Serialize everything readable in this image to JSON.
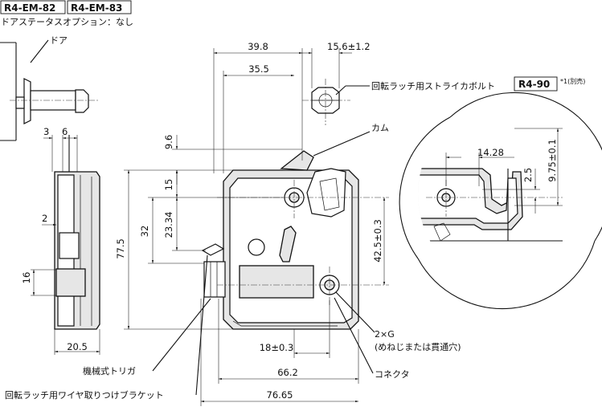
{
  "header": {
    "codes": [
      "R4-EM-82",
      "R4-EM-83"
    ],
    "status": "ドアステータスオプション：なし"
  },
  "labels": {
    "door": "ドア",
    "striker": "回転ラッチ用ストライカボルト",
    "striker_code": "R4-90",
    "striker_note": "*1(別売)",
    "cam": "カム",
    "hole_count": "2×G",
    "hole_desc": "(めねじまたは貫通穴)",
    "trigger": "機械式トリガ",
    "connector": "コネクタ",
    "bracket": "回転ラッチ用ワイヤ取りつけブラケット"
  },
  "dimensions": {
    "w_39_8": "39.8",
    "w_35_5": "35.5",
    "bolt": "15.6±1.2",
    "v_9_6": "9.6",
    "v_15": "15",
    "v_23_34": "23.34",
    "v_32": "32",
    "v_77_5": "77.5",
    "v_42_5": "42.5±0.3",
    "h_18": "18±0.3",
    "h_66_2": "66.2",
    "h_76_65": "76.65",
    "side_3": "3",
    "side_6": "6",
    "side_2": "2",
    "side_16": "16",
    "side_20_5": "20.5",
    "d_14_28": "14.28",
    "d_2_5": "2.5",
    "d_9_75": "9.75±0.1"
  }
}
